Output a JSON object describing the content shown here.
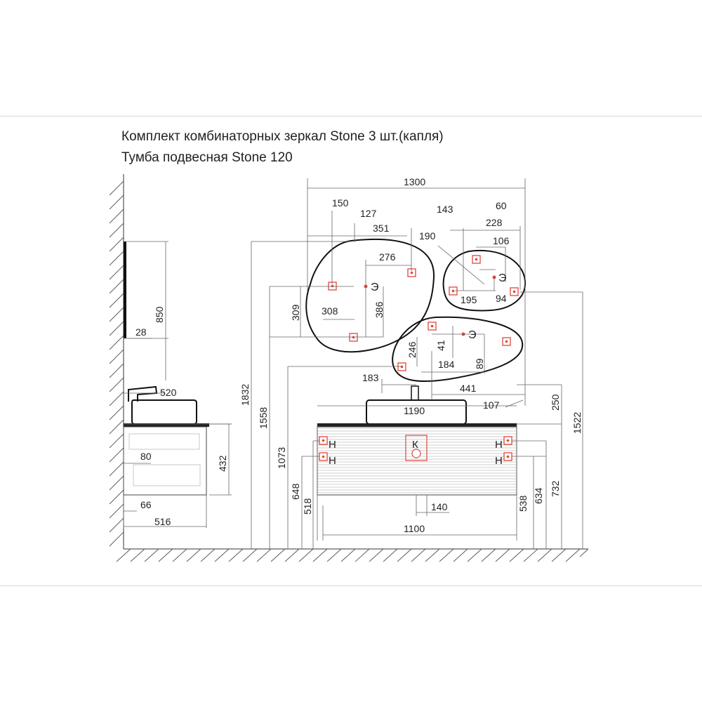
{
  "titles": {
    "line1": "Комплект комбинаторных зеркал Stone 3 шт.(капля)",
    "line2": "Тумба подвесная Stone 120"
  },
  "labels": {
    "d1300": "1300",
    "d150": "150",
    "d127": "127",
    "d351": "351",
    "d143": "143",
    "d60": "60",
    "d228": "228",
    "d190": "190",
    "d106": "106",
    "d276": "276",
    "d309": "309",
    "d386": "386",
    "d308": "308",
    "d195": "195",
    "d94": "94",
    "d246": "246",
    "d41": "41",
    "d184": "184",
    "d89": "89",
    "d183": "183",
    "d441": "441",
    "d1190": "1190",
    "d107": "107",
    "d250": "250",
    "d1522": "1522",
    "d1832": "1832",
    "d1558": "1558",
    "d1073": "1073",
    "d648": "648",
    "d518": "518",
    "d140": "140",
    "d538": "538",
    "d634": "634",
    "d732": "732",
    "d1100": "1100",
    "d850": "850",
    "d28": "28",
    "d520": "520",
    "d432": "432",
    "d80": "80",
    "d66": "66",
    "d516": "516"
  },
  "symbols": {
    "e": "Э",
    "h": "Н",
    "k": "К"
  },
  "colors": {
    "line": "#333333",
    "marker": "#e0473a",
    "frame": "#d8d8d8"
  }
}
